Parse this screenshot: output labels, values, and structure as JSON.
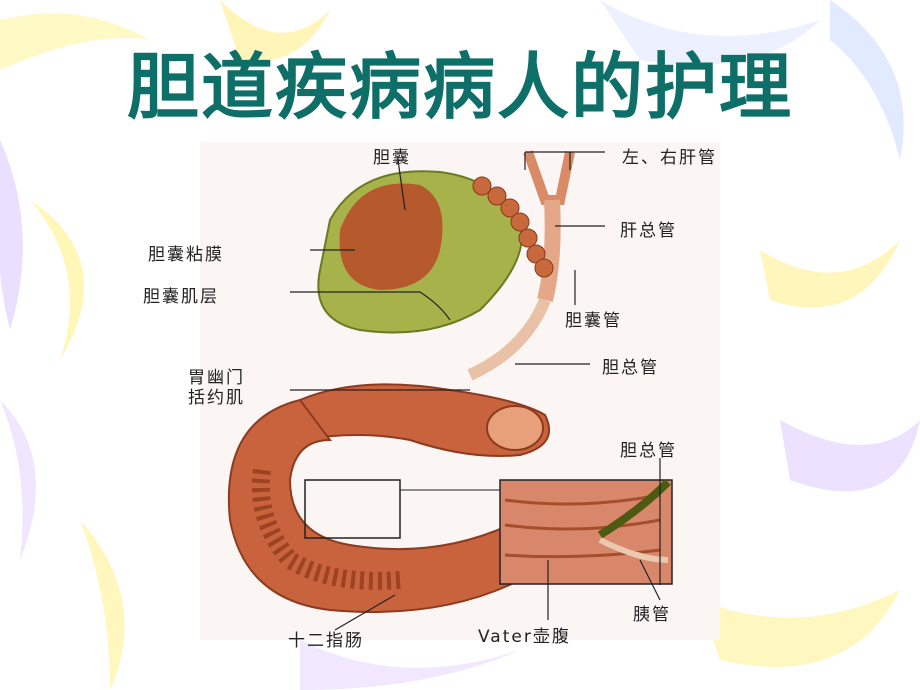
{
  "slide": {
    "title": "胆道疾病病人的护理"
  },
  "labels": {
    "gallbladder": "胆囊",
    "left_right_hepatic_duct": "左、右肝管",
    "common_hepatic_duct": "肝总管",
    "gallbladder_mucosa": "胆囊粘膜",
    "gallbladder_muscle": "胆囊肌层",
    "cystic_duct": "胆囊管",
    "common_bile_duct": "胆总管",
    "pyloric_sphincter_line1": "胃幽门",
    "pyloric_sphincter_line2": "括约肌",
    "common_bile_duct_inset": "胆总管",
    "pancreatic_duct": "胰管",
    "duodenum": "十二指肠",
    "vater_ampulla": "Vater壶腹"
  },
  "colors": {
    "title": "#0e6f68",
    "organ": "#c9633e",
    "organ_light": "#e7a07a",
    "gallbladder_wall": "#a9b64a"
  }
}
